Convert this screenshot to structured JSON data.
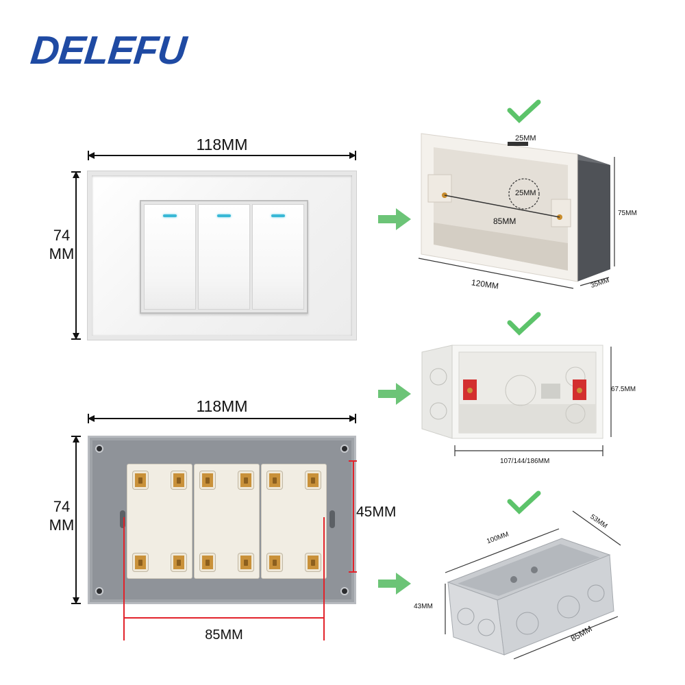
{
  "brand": {
    "name": "DELEFU",
    "color": "#1f4aa3"
  },
  "front_switch": {
    "width_label": "118MM",
    "height_label_line1": "74",
    "height_label_line2": "MM",
    "gang_count": 3,
    "led_color": "#39b8d6"
  },
  "back_switch": {
    "width_label": "118MM",
    "height_label_line1": "74",
    "height_label_line2": "MM",
    "hole_spacing_label": "85MM",
    "hole_height_label": "45MM"
  },
  "box1": {
    "top_slot_label": "25MM",
    "center_hole_label": "25MM",
    "screw_spacing_label": "85MM",
    "length_label": "120MM",
    "height_label": "75MM",
    "depth_label": "35MM"
  },
  "box2": {
    "height_label": "67.5MM",
    "length_label": "107/144/186MM"
  },
  "box3": {
    "length_label": "100MM",
    "depth_label": "53MM",
    "height_label": "43MM",
    "width_label": "85MM"
  },
  "icons": {
    "check": "check-icon",
    "arrow": "right-arrow-icon",
    "check_color": "#5cc36a",
    "arrow_color": "#5cc36a"
  }
}
